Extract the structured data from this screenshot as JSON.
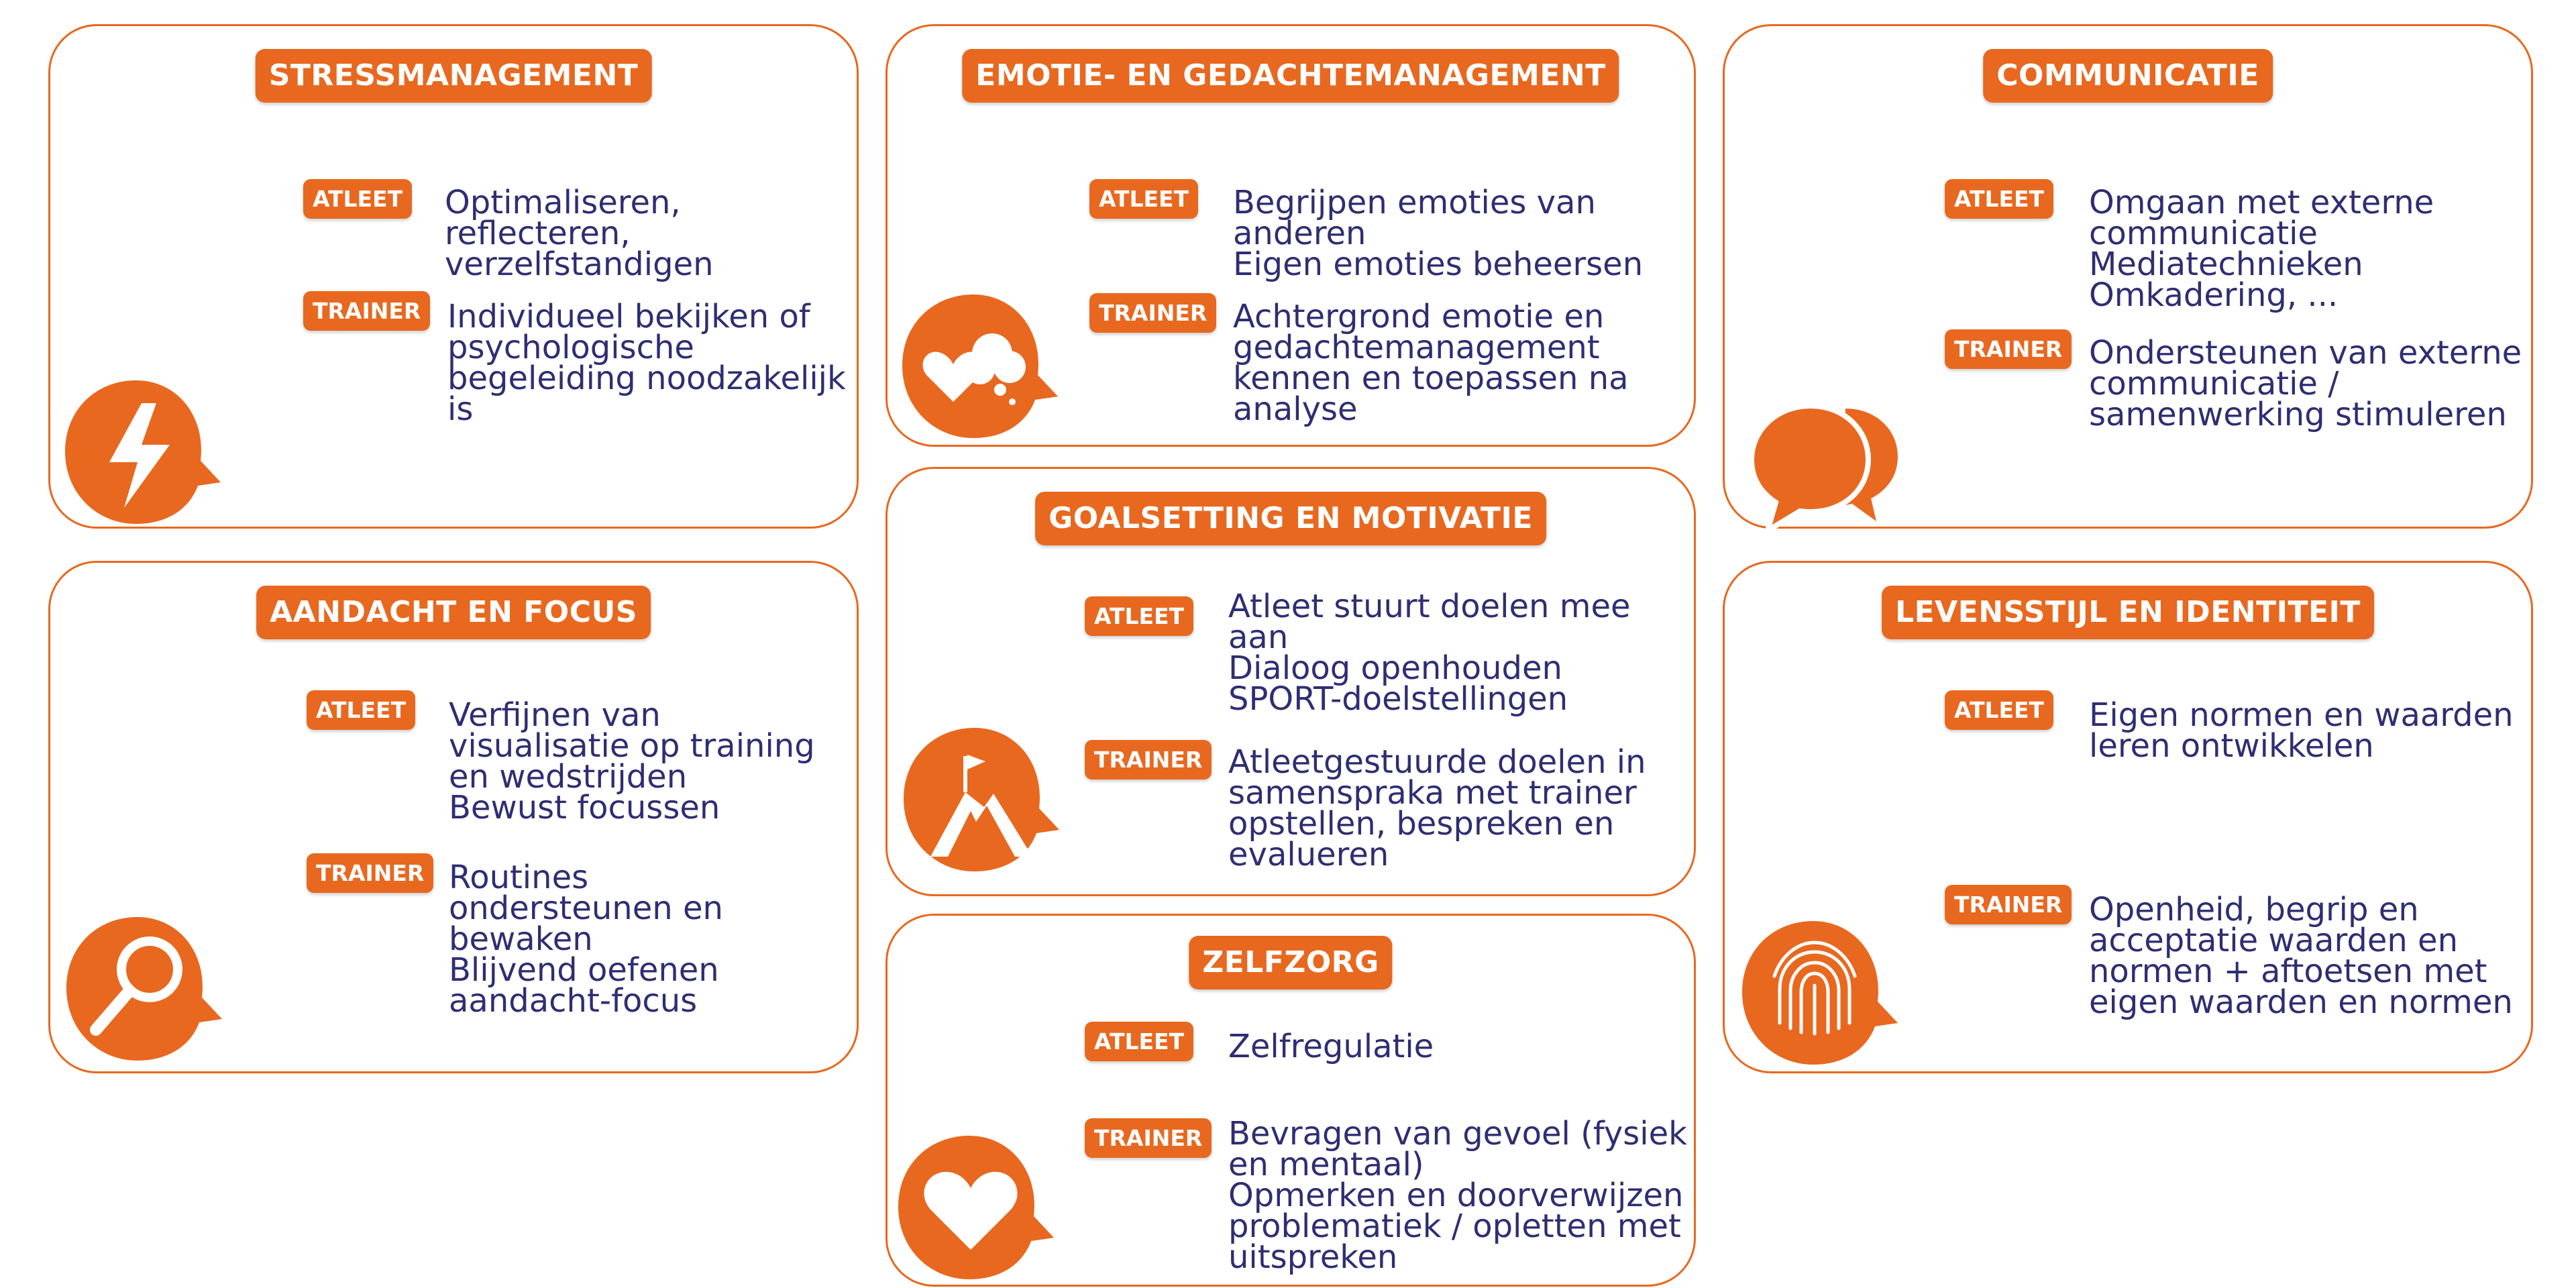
{
  "colors": {
    "accent": "#e8681f",
    "text": "#2e2e73",
    "background": "#ffffff"
  },
  "roles": {
    "athlete": "ATLEET",
    "trainer": "TRAINER"
  },
  "cards": {
    "stress": {
      "title": "STRESSMANAGEMENT",
      "icon": "lightning-icon",
      "athlete": [
        "Optimaliseren,",
        "reflecteren,",
        "verzelfstandigen"
      ],
      "trainer": [
        "Individueel bekijken of",
        "psychologische",
        "begeleiding noodzakelijk",
        "is"
      ]
    },
    "emotion": {
      "title": "EMOTIE- EN GEDACHTEMANAGEMENT",
      "icon": "heart-thought-cloud-icon",
      "athlete": [
        "Begrijpen emoties van",
        "anderen",
        "Eigen emoties beheersen"
      ],
      "trainer": [
        "Achtergrond emotie en",
        "gedachtemanagement",
        "kennen en toepassen na",
        "analyse"
      ]
    },
    "communication": {
      "title": "COMMUNICATIE",
      "icon": "speech-bubbles-icon",
      "athlete": [
        "Omgaan met externe",
        "communicatie",
        "Mediatechnieken",
        "Omkadering, ..."
      ],
      "trainer": [
        "Ondersteunen van externe",
        "communicatie /",
        "samenwerking stimuleren"
      ]
    },
    "focus": {
      "title": "AANDACHT EN FOCUS",
      "icon": "magnifier-icon",
      "athlete": [
        "Verfijnen van",
        "visualisatie op training",
        "en wedstrijden",
        "Bewust focussen"
      ],
      "trainer": [
        "Routines",
        "ondersteunen en",
        "bewaken",
        "Blijvend oefenen",
        "aandacht-focus"
      ]
    },
    "goals": {
      "title": "GOALSETTING EN MOTIVATIE",
      "icon": "mountain-flag-icon",
      "athlete": [
        "Atleet stuurt doelen mee",
        "aan",
        "Dialoog openhouden",
        "SPORT-doelstellingen"
      ],
      "trainer": [
        "Atleetgestuurde doelen in",
        "samenspraka met trainer",
        "opstellen, bespreken en",
        "evalueren"
      ]
    },
    "lifestyle": {
      "title": "LEVENSSTIJL EN IDENTITEIT",
      "icon": "fingerprint-icon",
      "athlete": [
        "Eigen normen en waarden",
        "leren ontwikkelen"
      ],
      "trainer": [
        "Openheid, begrip en",
        "acceptatie waarden en",
        "normen + aftoetsen met",
        "eigen waarden en normen"
      ]
    },
    "selfcare": {
      "title": "ZELFZORG",
      "icon": "heart-icon",
      "athlete": [
        "Zelfregulatie"
      ],
      "trainer": [
        "Bevragen van gevoel (fysiek",
        "en mentaal)",
        "Opmerken en doorverwijzen",
        "problematiek / opletten met",
        "uitspreken"
      ]
    }
  }
}
